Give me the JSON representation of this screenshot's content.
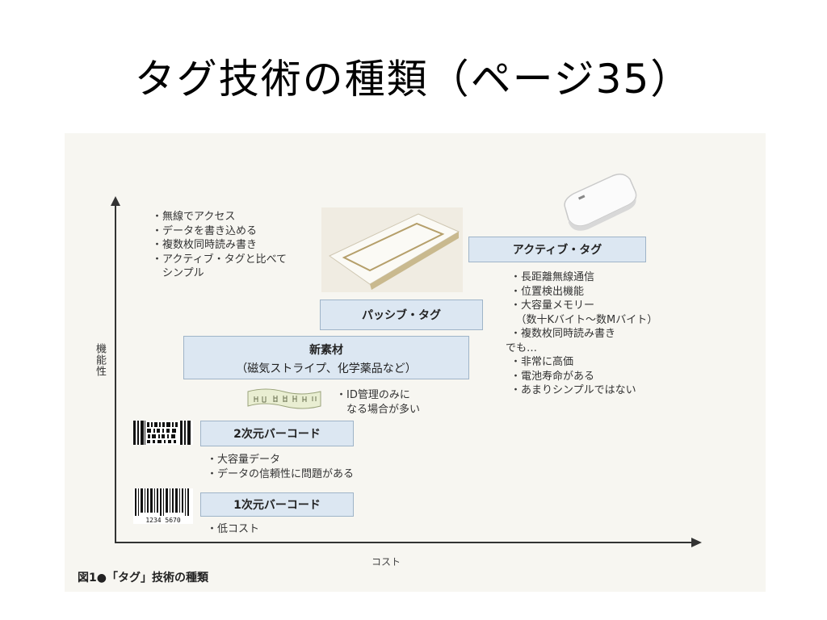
{
  "slide": {
    "title": "タグ技術の種類（ページ35）"
  },
  "figure": {
    "y_axis_label": "機能性",
    "x_axis_label": "コスト",
    "caption": "図1●「タグ」技術の種類",
    "levels": [
      {
        "id": "barcode-1d",
        "label": "1次元バーコード",
        "barcode_digits": "1234 5670",
        "notes": [
          "・低コスト"
        ]
      },
      {
        "id": "barcode-2d",
        "label": "2次元バーコード",
        "notes": [
          "・大容量データ",
          "・データの信頼性に問題がある"
        ]
      },
      {
        "id": "new-material",
        "label": "新素材",
        "sublabel": "（磁気ストライプ、化学薬品など）",
        "notes": [
          "・ID管理のみに",
          "　なる場合が多い"
        ]
      },
      {
        "id": "passive-tag",
        "label": "パッシブ・タグ",
        "notes": [
          "・無線でアクセス",
          "・データを書き込める",
          "・複数枚同時読み書き",
          "・アクティブ・タグと比べて",
          "　シンプル"
        ]
      },
      {
        "id": "active-tag",
        "label": "アクティブ・タグ",
        "notes": [
          "・長距離無線通信",
          "・位置検出機能",
          "・大容量メモリー",
          "　（数十Kバイト～数Mバイト）",
          "・複数枚同時読み書き",
          "でも…",
          "・非常に高価",
          "・電池寿命がある",
          "・あまりシンプルではない"
        ]
      }
    ]
  }
}
